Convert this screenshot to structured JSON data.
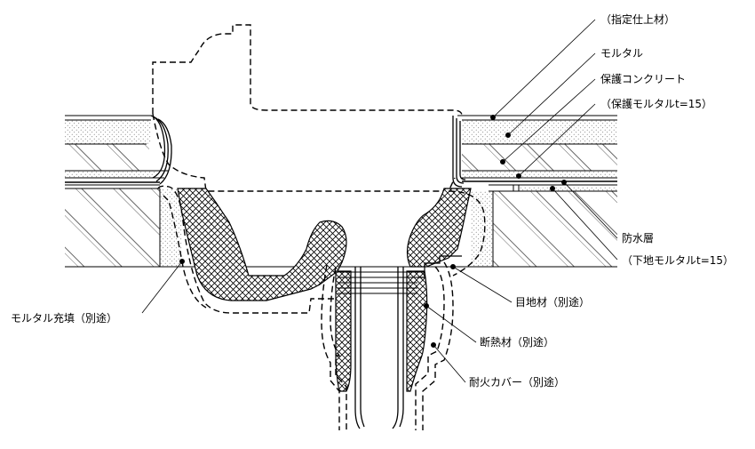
{
  "labels": {
    "finish_material": "（指定仕上材）",
    "mortar": "モルタル",
    "protective_concrete": "保護コンクリート",
    "protective_mortar": "（保護モルタルt=15）",
    "waterproof_layer": "防水層",
    "base_mortar": "（下地モルタルt=15）",
    "joint_material": "目地材（別途）",
    "mortar_filling": "モルタル充填（別途）",
    "insulation": "断熱材（別途）",
    "fireproof_cover": "耐火カバー（別途）"
  }
}
